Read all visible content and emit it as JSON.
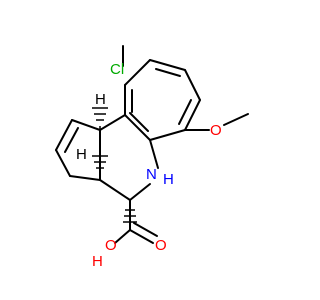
{
  "molecule": {
    "atoms": {
      "chlorine": {
        "text": "Cl",
        "color": "#00aa00"
      },
      "oxygen_methoxy": {
        "text": "O",
        "color": "#ff0000"
      },
      "nitrogen": {
        "text": "N",
        "color": "#0000ff"
      },
      "hydrogen_amine": {
        "text": "H",
        "color": "#0000ff"
      },
      "oxygen_carbonyl": {
        "text": "O",
        "color": "#ff0000"
      },
      "oxygen_hydroxyl": {
        "text": "O",
        "color": "#ff0000"
      },
      "hydrogen_hydroxyl": {
        "text": "H",
        "color": "#ff0000"
      },
      "hydrogen_stereo_top": {
        "text": "H",
        "color": "#000000"
      },
      "hydrogen_stereo_mid": {
        "text": "H",
        "color": "#000000"
      }
    },
    "bond_color": "#000000"
  }
}
